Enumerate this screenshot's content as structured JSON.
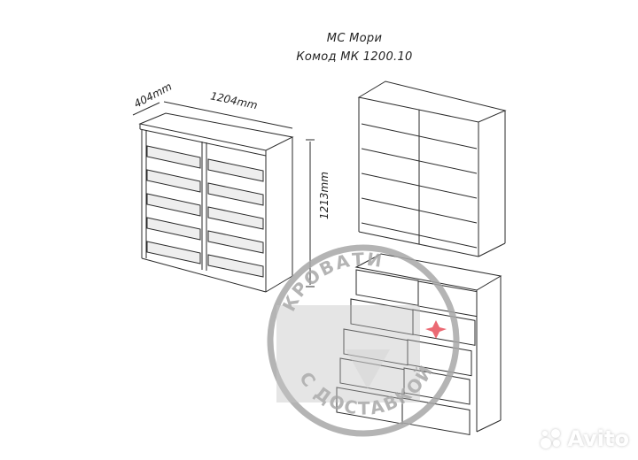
{
  "title": {
    "line1": "МС Мори",
    "line2": "Комод МК  1200.10"
  },
  "dimensions": {
    "depth": "404mm",
    "width": "1204mm",
    "height": "1213mm"
  },
  "watermark": {
    "top_text": "КРОВАТИ",
    "bottom_text": "С ДОСТАВКОЙ",
    "accent_color": "#e8505b",
    "ring_color": "#a8a8a8"
  },
  "brand": {
    "logo_text": "Avito"
  },
  "colors": {
    "line": "#2a2a2a",
    "background": "#ffffff"
  }
}
